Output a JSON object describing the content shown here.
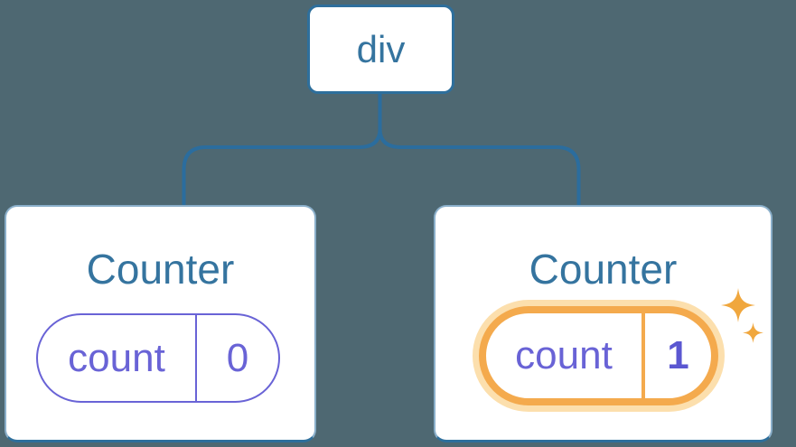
{
  "colors": {
    "bg": "#4e6872",
    "connector": "#2b6d9e",
    "node_border": "#2e6f9c",
    "label_blue": "#35749f",
    "state_purple": "#6963d6",
    "value_purple": "#5b57d1",
    "highlight_orange": "#f4aa4d",
    "highlight_glow": "#fcdfad",
    "sparkle": "#f0a73e"
  },
  "tree": {
    "root_label": "div",
    "children": [
      {
        "title": "Counter",
        "state": {
          "name": "count",
          "value": "0"
        },
        "highlighted": false
      },
      {
        "title": "Counter",
        "state": {
          "name": "count",
          "value": "1"
        },
        "highlighted": true
      }
    ]
  },
  "icons": {
    "highlight_sparkles": "sparkle-icon"
  }
}
